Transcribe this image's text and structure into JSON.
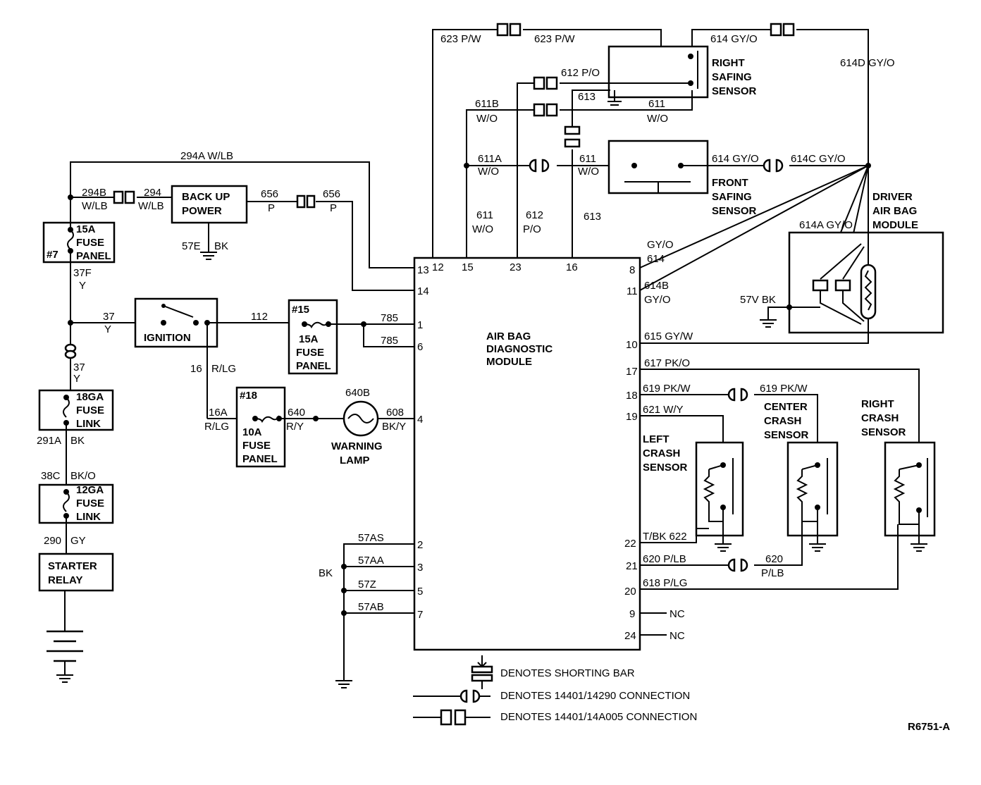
{
  "module": {
    "lines": [
      "AIR BAG",
      "DIAGNOSTIC",
      "MODULE"
    ]
  },
  "module_pins": {
    "left": [
      "13",
      "12",
      "15",
      "23",
      "16",
      "14",
      "1",
      "6",
      "4",
      "2",
      "3",
      "5",
      "7"
    ],
    "right": [
      "8",
      "11",
      "10",
      "17",
      "18",
      "19",
      "22",
      "21",
      "20",
      "9",
      "24"
    ]
  },
  "components": {
    "back_up_power": [
      "BACK UP",
      "POWER"
    ],
    "fuse_7": {
      "id": "#7",
      "lines": [
        "15A",
        "FUSE",
        "PANEL"
      ]
    },
    "ignition": "IGNITION",
    "fuse_15": {
      "id": "#15",
      "lines": [
        "15A",
        "FUSE",
        "PANEL"
      ]
    },
    "fuse_18": {
      "id": "#18",
      "lines": [
        "10A",
        "FUSE",
        "PANEL"
      ]
    },
    "fuse_link_18ga": [
      "18GA",
      "FUSE",
      "LINK"
    ],
    "fuse_link_12ga": [
      "12GA",
      "FUSE",
      "LINK"
    ],
    "starter_relay": [
      "STARTER",
      "RELAY"
    ],
    "warning_lamp": [
      "WARNING",
      "LAMP"
    ],
    "right_safing": [
      "RIGHT",
      "SAFING",
      "SENSOR"
    ],
    "front_safing": [
      "FRONT",
      "SAFING",
      "SENSOR"
    ],
    "driver_air_bag": [
      "DRIVER",
      "AIR BAG",
      "MODULE"
    ],
    "left_crash": [
      "LEFT",
      "CRASH",
      "SENSOR"
    ],
    "center_crash": [
      "CENTER",
      "CRASH",
      "SENSOR"
    ],
    "right_crash": [
      "RIGHT",
      "CRASH",
      "SENSOR"
    ]
  },
  "wire_labels": {
    "w623a": "623 P/W",
    "w623b": "623 P/W",
    "w614top": "614  GY/O",
    "w614d": "614D GY/O",
    "w612po": "612 P/O",
    "w613top": "613",
    "w611b": "611B",
    "w611b_c": "W/O",
    "w611r": "611",
    "w611r_c": "W/O",
    "w294a": "294A W/LB",
    "w611a": "611A",
    "w611a_c": "W/O",
    "w611m": "611",
    "w611m_c": "W/O",
    "w614f": "614 GY/O",
    "w614c": "614C GY/O",
    "w294b": "294B",
    "w294b_c": "W/LB",
    "w294": "294",
    "w294_c": "W/LB",
    "w656a": "656",
    "w656a_c": "P",
    "w656b": "656",
    "w656b_c": "P",
    "w611v": "611",
    "w611v_c": "W/O",
    "w612v": "612",
    "w612v_c": "P/O",
    "w613v": "613",
    "w614a": "614A GY/O",
    "w57e": "57E",
    "w57e_c": "BK",
    "wgyo8": "GY/O",
    "w614_8": "614",
    "w37f": "37F",
    "w37f_c": "Y",
    "w614b": "614B",
    "w614b_c": "GY/O",
    "w57v": "57V BK",
    "w37": "37",
    "w37_c": "Y",
    "w112": "112",
    "w785a": "785",
    "w785b": "785",
    "w615": "615 GY/W",
    "w37b": "37",
    "w37b_c": "Y",
    "w16": "16",
    "w16_c": "R/LG",
    "w617": "617 PK/O",
    "w640b": "640B",
    "w619a": "619 PK/W",
    "w619b": "619 PK/W",
    "w621": "621 W/Y",
    "w16a": "16A",
    "w16a_c": "R/LG",
    "w640": "640",
    "w640_c": "R/Y",
    "w608": "608",
    "w608_c": "BK/Y",
    "w291a": "291A",
    "w291a_c": "BK",
    "w38c": "38C",
    "w38c_c": "BK/O",
    "w290": "290",
    "w290_c": "GY",
    "w57as": "57AS",
    "w57aa": "57AA",
    "w57z": "57Z",
    "w57ab": "57AB",
    "wbk": "BK",
    "w622": "T/BK 622",
    "w620a": "620 P/LB",
    "w620b": "620",
    "w620b_c": "P/LB",
    "w618": "618 P/LG",
    "nc1": "NC",
    "nc2": "NC"
  },
  "legend": {
    "shorting_bar": "DENOTES SHORTING BAR",
    "conn_14290": "DENOTES 14401/14290 CONNECTION",
    "conn_14a005": "DENOTES 14401/14A005 CONNECTION"
  },
  "figure_id": "R6751-A"
}
